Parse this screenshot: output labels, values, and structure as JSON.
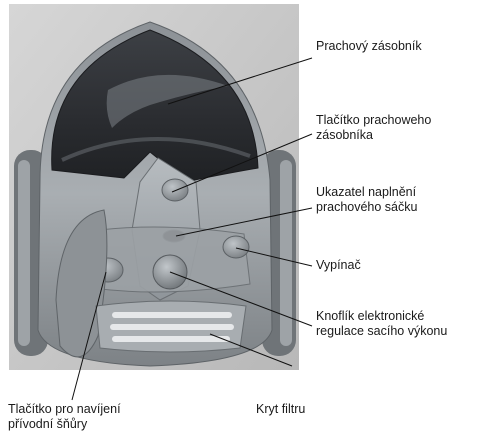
{
  "callouts": {
    "dust_container": [
      "Prachový zásobník"
    ],
    "dust_container_button": [
      "Tlačítko prachoweho",
      "zásobníka"
    ],
    "bag_fill_indicator": [
      "Ukazatel naplnění",
      "prachového sáčku"
    ],
    "power_switch": [
      "Vypínač"
    ],
    "suction_power_knob": [
      "Knoflík elektronické",
      "regulace sacího výkonu"
    ],
    "cord_rewind_button": [
      "Tlačítko pro navíjení",
      "přívodní šňůry"
    ],
    "filter_cover": [
      "Kryt filtru"
    ]
  }
}
